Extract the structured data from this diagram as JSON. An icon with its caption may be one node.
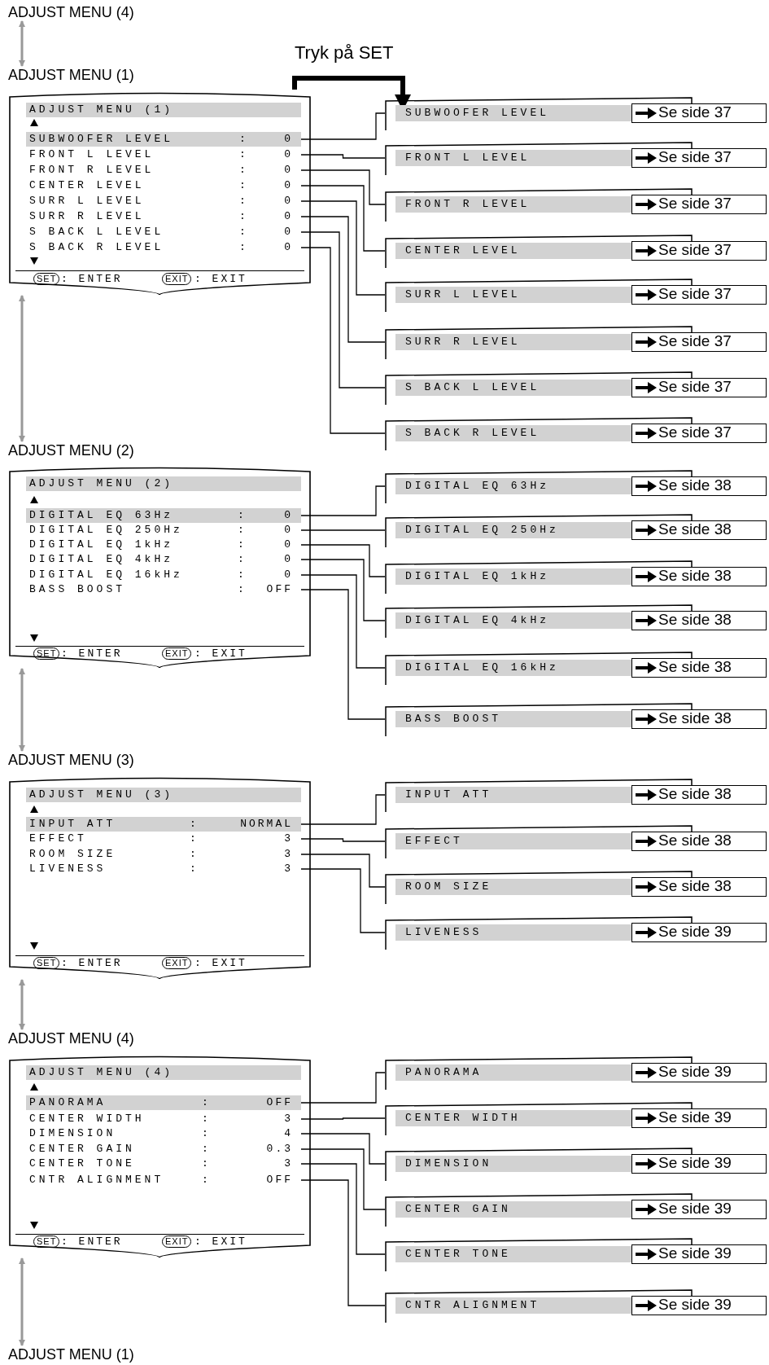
{
  "diagram": {
    "nodes": [
      {
        "text": [
          "ADJUST MENU (4)"
        ]
      },
      {
        "text": [
          "ADJUST MENU (1)"
        ]
      },
      {
        "text": [
          "SET",
          ": ENTER",
          "EXIT",
          ": EXIT"
        ]
      },
      {
        "text": [
          "ADJUST MENU (1)"
        ],
        "in": 2
      },
      {
        "text": [
          "SUBWOOFER LEVEL",
          ":",
          "0"
        ],
        "in": 2
      },
      {
        "text": [
          "FRONT L LEVEL",
          ":",
          "0"
        ],
        "in": 2
      },
      {
        "text": [
          "FRONT R LEVEL",
          ":",
          "0"
        ],
        "in": 2
      },
      {
        "text": [
          "CENTER LEVEL",
          ":",
          "0"
        ],
        "in": 2
      },
      {
        "text": [
          "SURR L LEVEL",
          ":",
          "0"
        ],
        "in": 2
      },
      {
        "text": [
          "SURR R LEVEL",
          ":",
          "0"
        ],
        "in": 2
      },
      {
        "text": [
          "S BACK L LEVEL",
          ":",
          "0"
        ],
        "in": 2
      },
      {
        "text": [
          "S BACK R LEVEL",
          ":",
          "0"
        ],
        "in": 2
      },
      {
        "text": [
          "SUBWOOFER LEVEL",
          "Se side 37"
        ]
      },
      {
        "text": [
          "FRONT L LEVEL",
          "Se side 37"
        ]
      },
      {
        "text": [
          "FRONT R LEVEL",
          "Se side 37"
        ]
      },
      {
        "text": [
          "CENTER LEVEL",
          "Se side 37"
        ]
      },
      {
        "text": [
          "SURR L LEVEL",
          "Se side 37"
        ]
      },
      {
        "text": [
          "SURR R LEVEL",
          "Se side 37"
        ]
      },
      {
        "text": [
          "S BACK L LEVEL",
          "Se side 37"
        ]
      },
      {
        "text": [
          "S BACK R LEVEL",
          "Se side 37"
        ]
      },
      {
        "text": [
          "ADJUST MENU (2)"
        ]
      },
      {
        "text": [
          "SET",
          ": ENTER",
          "EXIT",
          ": EXIT"
        ]
      },
      {
        "text": [
          "ADJUST MENU (2)"
        ],
        "in": 21
      },
      {
        "text": [
          "DIGITAL EQ 63Hz",
          ":",
          "0"
        ],
        "in": 21
      },
      {
        "text": [
          "DIGITAL EQ 250Hz",
          ":",
          "0"
        ],
        "in": 21
      },
      {
        "text": [
          "DIGITAL EQ 1kHz",
          ":",
          "0"
        ],
        "in": 21
      },
      {
        "text": [
          "DIGITAL EQ 4kHz",
          ":",
          "0"
        ],
        "in": 21
      },
      {
        "text": [
          "DIGITAL EQ 16kHz",
          ":",
          "0"
        ],
        "in": 21
      },
      {
        "text": [
          "BASS BOOST",
          ":",
          "OFF"
        ],
        "in": 21
      },
      {
        "text": [
          "DIGITAL EQ 63Hz",
          "Se side 38"
        ]
      },
      {
        "text": [
          "DIGITAL EQ 250Hz",
          "Se side 38"
        ]
      },
      {
        "text": [
          "DIGITAL EQ 1kHz",
          "Se side 38"
        ]
      },
      {
        "text": [
          "DIGITAL EQ 4kHz",
          "Se side 38"
        ]
      },
      {
        "text": [
          "DIGITAL EQ 16kHz",
          "Se side 38"
        ]
      },
      {
        "text": [
          "BASS BOOST",
          "Se side 38"
        ]
      },
      {
        "text": [
          "ADJUST MENU (3)"
        ]
      },
      {
        "text": [
          "SET",
          ": ENTER",
          "EXIT",
          ": EXIT"
        ]
      },
      {
        "text": [
          "ADJUST MENU (3)"
        ],
        "in": 36
      },
      {
        "text": [
          "INPUT ATT",
          ":",
          "NORMAL"
        ],
        "in": 36
      },
      {
        "text": [
          "EFFECT",
          ":",
          "3"
        ],
        "in": 36
      },
      {
        "text": [
          "ROOM SIZE",
          ":",
          "3"
        ],
        "in": 36
      },
      {
        "text": [
          "LIVENESS",
          ":",
          "3"
        ],
        "in": 36
      },
      {
        "text": [
          "INPUT ATT",
          "Se side 38"
        ]
      },
      {
        "text": [
          "EFFECT",
          "Se side 38"
        ]
      },
      {
        "text": [
          "ROOM SIZE",
          "Se side 38"
        ]
      },
      {
        "text": [
          "LIVENESS",
          "Se side 39"
        ]
      },
      {
        "text": [
          "ADJUST MENU (4)"
        ]
      },
      {
        "text": [
          "SET",
          ": ENTER",
          "EXIT",
          ": EXIT"
        ]
      },
      {
        "text": [
          "ADJUST MENU (4)"
        ],
        "in": 47
      },
      {
        "text": [
          "PANORAMA",
          ":",
          "OFF"
        ],
        "in": 47
      },
      {
        "text": [
          "CENTER WIDTH",
          ":",
          "3"
        ],
        "in": 47
      },
      {
        "text": [
          "DIMENSION",
          ":",
          "4"
        ],
        "in": 47
      },
      {
        "text": [
          "CENTER GAIN",
          ":",
          "0.3"
        ],
        "in": 47
      },
      {
        "text": [
          "CENTER TONE",
          ":",
          "3"
        ],
        "in": 47
      },
      {
        "text": [
          "CNTR ALIGNMENT",
          ":",
          "OFF"
        ],
        "in": 47
      },
      {
        "text": [
          "PANORAMA",
          "Se side 39"
        ]
      },
      {
        "text": [
          "CENTER WIDTH",
          "Se side 39"
        ]
      },
      {
        "text": [
          "DIMENSION",
          "Se side 39"
        ]
      },
      {
        "text": [
          "CENTER GAIN",
          "Se side 39"
        ]
      },
      {
        "text": [
          "CENTER TONE",
          "Se side 39"
        ]
      },
      {
        "text": [
          "CNTR ALIGNMENT",
          "Se side 39"
        ]
      },
      {
        "text": [
          "ADJUST MENU (1)"
        ]
      }
    ],
    "edges": [
      {
        "from": 0,
        "to": 1,
        "arrow": "both",
        "color": "#999999"
      },
      {
        "from": 4,
        "to": 12,
        "arrow": "none"
      },
      {
        "from": 5,
        "to": 13,
        "arrow": "none"
      },
      {
        "from": 6,
        "to": 14,
        "arrow": "none"
      },
      {
        "from": 7,
        "to": 15,
        "arrow": "none"
      },
      {
        "from": 8,
        "to": 16,
        "arrow": "none"
      },
      {
        "from": 9,
        "to": 17,
        "arrow": "none"
      },
      {
        "from": 10,
        "to": 18,
        "arrow": "none"
      },
      {
        "from": 11,
        "to": 19,
        "arrow": "none"
      },
      {
        "from": 2,
        "to": 20,
        "arrow": "both",
        "color": "#999999"
      },
      {
        "from": 23,
        "to": 29,
        "arrow": "none"
      },
      {
        "from": 24,
        "to": 30,
        "arrow": "none"
      },
      {
        "from": 25,
        "to": 31,
        "arrow": "none"
      },
      {
        "from": 26,
        "to": 32,
        "arrow": "none"
      },
      {
        "from": 27,
        "to": 33,
        "arrow": "none"
      },
      {
        "from": 28,
        "to": 34,
        "arrow": "none"
      },
      {
        "from": 21,
        "to": 35,
        "arrow": "both",
        "color": "#999999"
      },
      {
        "from": 38,
        "to": 42,
        "arrow": "none"
      },
      {
        "from": 39,
        "to": 43,
        "arrow": "none"
      },
      {
        "from": 40,
        "to": 44,
        "arrow": "none"
      },
      {
        "from": 41,
        "to": 45,
        "arrow": "none"
      },
      {
        "from": 36,
        "to": 46,
        "arrow": "both",
        "color": "#999999"
      },
      {
        "from": 49,
        "to": 55,
        "arrow": "none"
      },
      {
        "from": 50,
        "to": 56,
        "arrow": "none"
      },
      {
        "from": 51,
        "to": 57,
        "arrow": "none"
      },
      {
        "from": 52,
        "to": 58,
        "arrow": "none"
      },
      {
        "from": 53,
        "to": 59,
        "arrow": "none"
      },
      {
        "from": 54,
        "to": 60,
        "arrow": "none"
      },
      {
        "from": 47,
        "to": 61,
        "arrow": "both",
        "color": "#999999"
      },
      {
        "from": 2,
        "to": 12,
        "arrow": "to",
        "label": "Tryk på SET",
        "style": "thick"
      }
    ]
  }
}
